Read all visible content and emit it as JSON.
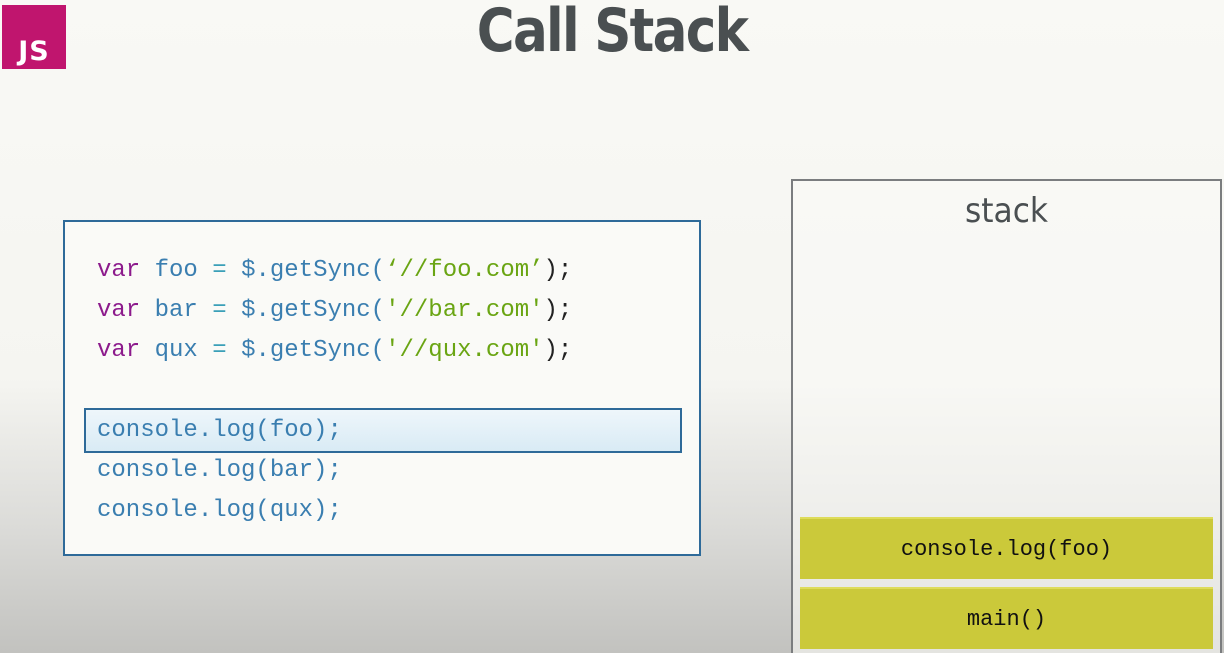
{
  "logo": {
    "text": "JS"
  },
  "title": "Call Stack",
  "code": {
    "lines": [
      {
        "var": "var",
        "name": "foo",
        "eq": "=",
        "call": "$.getSync(",
        "str": "‘//foo.com’",
        "end": ");"
      },
      {
        "var": "var",
        "name": "bar",
        "eq": "=",
        "call": "$.getSync(",
        "str": "'//bar.com'",
        "end": ");"
      },
      {
        "var": "var",
        "name": "qux",
        "eq": "=",
        "call": "$.getSync(",
        "str": "'//qux.com'",
        "end": ");"
      }
    ],
    "logs": [
      "console.log(foo);",
      "console.log(bar);",
      "console.log(qux);"
    ],
    "highlighted_log": "console.log(foo);"
  },
  "stack": {
    "title": "stack",
    "frames": [
      "console.log(foo)",
      "main()"
    ]
  },
  "colors": {
    "logo_bg": "#c0156e",
    "keyword": "#8c1a8c",
    "string": "#6aa513",
    "identifier": "#3a7eb0",
    "frame_bg": "#cbc93a",
    "box_border": "#2e6a99"
  }
}
